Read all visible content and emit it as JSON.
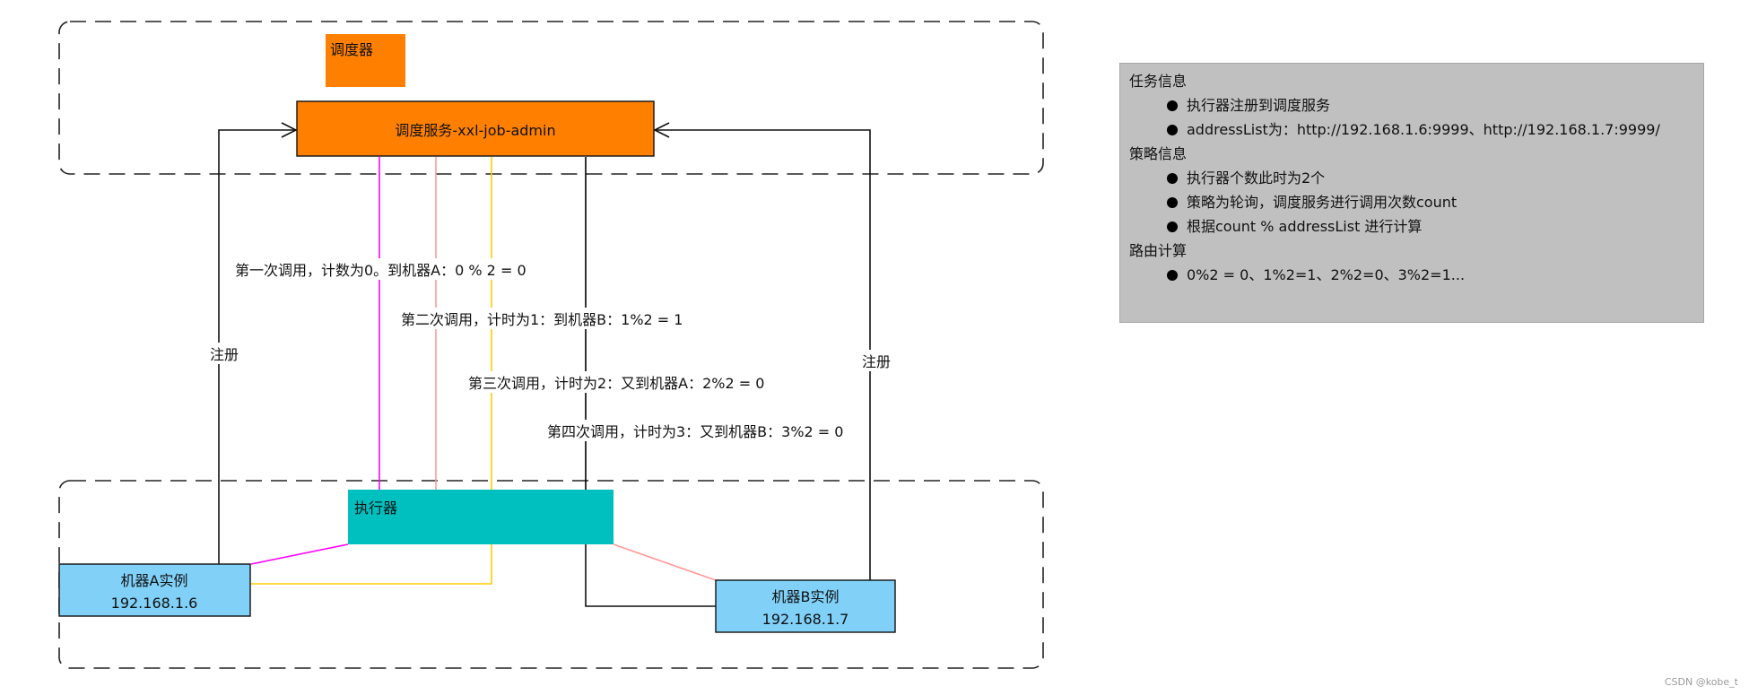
{
  "scheduler_group_label": "调度器",
  "admin_service_label": "调度服务-xxl-job-admin",
  "executor_group_label": "执行器",
  "machine_a": {
    "name": "机器A实例",
    "ip": "192.168.1.6"
  },
  "machine_b": {
    "name": "机器B实例",
    "ip": "192.168.1.7"
  },
  "register_label_left": "注册",
  "register_label_right": "注册",
  "calls": [
    {
      "label": "第一次调用，计数为0。到机器A：0 % 2 = 0",
      "color": "#ff00ff"
    },
    {
      "label": "第二次调用，计时为1：到机器B：1%2 = 1",
      "color": "#ff9999"
    },
    {
      "label": "第三次调用，计时为2：又到机器A：2%2 = 0",
      "color": "#ffcc00"
    },
    {
      "label": "第四次调用，计时为3：又到机器B：3%2 = 0",
      "color": "#000000"
    }
  ],
  "colors": {
    "scheduler_tag": "#ff8000",
    "admin_box": "#ff8000",
    "executor_box": "#00bfbf",
    "machine_box": "#80d0f8",
    "info_panel": "#c0c0c0"
  },
  "info_panel": {
    "sections": [
      {
        "title": "任务信息",
        "items": [
          "执行器注册到调度服务",
          "addressList为：http://192.168.1.6:9999、http://192.168.1.7:9999/"
        ]
      },
      {
        "title": "策略信息",
        "items": [
          "执行器个数此时为2个",
          "策略为轮询，调度服务进行调用次数count",
          "根据count % addressList 进行计算"
        ]
      },
      {
        "title": "路由计算",
        "items": [
          "0%2 = 0、1%2=1、2%2=0、3%2=1..."
        ]
      }
    ]
  },
  "watermark": "CSDN @kobe_t"
}
